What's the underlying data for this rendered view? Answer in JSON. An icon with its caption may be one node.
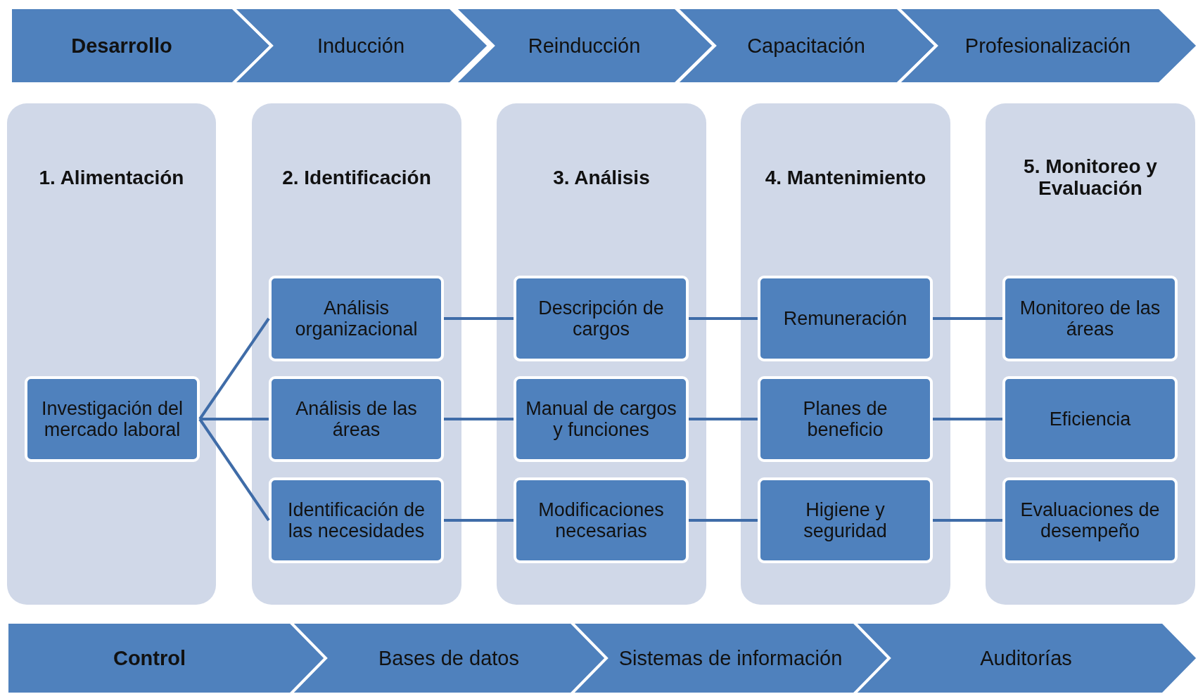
{
  "diagram": {
    "nodes": [
      {
        "text": [
          "Desarrollo"
        ]
      },
      {
        "text": [
          "Inducción"
        ]
      },
      {
        "text": [
          "Reinducción"
        ]
      },
      {
        "text": [
          "Capacitación"
        ]
      },
      {
        "text": [
          "Profesionalización"
        ]
      },
      {
        "text": [
          "1. Alimentación"
        ]
      },
      {
        "text": [
          "Investigación del mercado laboral"
        ],
        "in": 5
      },
      {
        "text": [
          "2. Identificación"
        ]
      },
      {
        "text": [
          "Análisis organizacional"
        ],
        "in": 7
      },
      {
        "text": [
          "Análisis de las áreas"
        ],
        "in": 7
      },
      {
        "text": [
          "Identificación de las necesidades"
        ],
        "in": 7
      },
      {
        "text": [
          "3. Análisis"
        ]
      },
      {
        "text": [
          "Descripción de cargos"
        ],
        "in": 11
      },
      {
        "text": [
          "Manual de cargos y funciones"
        ],
        "in": 11
      },
      {
        "text": [
          "Modificaciones necesarias"
        ],
        "in": 11
      },
      {
        "text": [
          "4. Mantenimiento"
        ]
      },
      {
        "text": [
          "Remuneración"
        ],
        "in": 15
      },
      {
        "text": [
          "Planes de beneficio"
        ],
        "in": 15
      },
      {
        "text": [
          "Higiene y seguridad"
        ],
        "in": 15
      },
      {
        "text": [
          "5. Monitoreo y Evaluación"
        ]
      },
      {
        "text": [
          "Monitoreo de las áreas"
        ],
        "in": 19
      },
      {
        "text": [
          "Eficiencia"
        ],
        "in": 19
      },
      {
        "text": [
          "Evaluaciones de desempeño"
        ],
        "in": 19
      },
      {
        "text": [
          "Control"
        ]
      },
      {
        "text": [
          "Bases de datos"
        ]
      },
      {
        "text": [
          "Sistemas de información"
        ]
      },
      {
        "text": [
          "Auditorías"
        ]
      }
    ],
    "edges": [
      {
        "from": 6,
        "to": 8,
        "arrow": "none"
      },
      {
        "from": 6,
        "to": 9,
        "arrow": "none"
      },
      {
        "from": 6,
        "to": 10,
        "arrow": "none"
      },
      {
        "from": 8,
        "to": 12,
        "arrow": "none"
      },
      {
        "from": 12,
        "to": 16,
        "arrow": "none"
      },
      {
        "from": 16,
        "to": 20,
        "arrow": "none"
      },
      {
        "from": 9,
        "to": 13,
        "arrow": "none"
      },
      {
        "from": 13,
        "to": 17,
        "arrow": "none"
      },
      {
        "from": 17,
        "to": 21,
        "arrow": "none"
      },
      {
        "from": 10,
        "to": 14,
        "arrow": "none"
      },
      {
        "from": 14,
        "to": 18,
        "arrow": "none"
      },
      {
        "from": 18,
        "to": 22,
        "arrow": "none"
      }
    ]
  }
}
